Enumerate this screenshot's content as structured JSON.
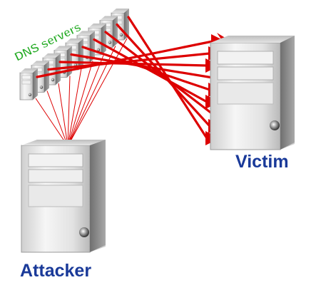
{
  "labels": {
    "dns_servers": "DNS servers",
    "victim": "Victim",
    "attacker": "Attacker"
  },
  "colors": {
    "dns_label": "#22aa22",
    "node_label": "#1a3a99",
    "attack_line": "#dd0000",
    "server_body": "#e8e8e8",
    "server_shadow": "#8a8a8a"
  },
  "dns_server_count": 9
}
